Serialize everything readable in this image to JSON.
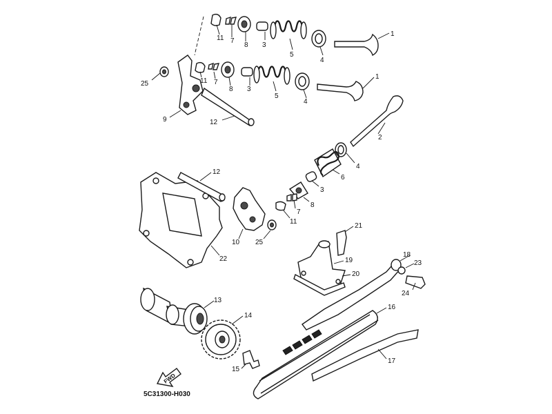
{
  "diagram_code": "5C31300-H030",
  "fwd_label": "FWD",
  "callouts": [
    {
      "id": "c1a",
      "label": "1"
    },
    {
      "id": "c1b",
      "label": "1"
    },
    {
      "id": "c2",
      "label": "2"
    },
    {
      "id": "c3a",
      "label": "3"
    },
    {
      "id": "c3b",
      "label": "3"
    },
    {
      "id": "c3c",
      "label": "3"
    },
    {
      "id": "c4a",
      "label": "4"
    },
    {
      "id": "c4b",
      "label": "4"
    },
    {
      "id": "c4c",
      "label": "4"
    },
    {
      "id": "c5a",
      "label": "5"
    },
    {
      "id": "c5b",
      "label": "5"
    },
    {
      "id": "c6",
      "label": "6"
    },
    {
      "id": "c7a",
      "label": "7"
    },
    {
      "id": "c7b",
      "label": "7"
    },
    {
      "id": "c7c",
      "label": "7"
    },
    {
      "id": "c8a",
      "label": "8"
    },
    {
      "id": "c8b",
      "label": "8"
    },
    {
      "id": "c8c",
      "label": "8"
    },
    {
      "id": "c9",
      "label": "9"
    },
    {
      "id": "c10",
      "label": "10"
    },
    {
      "id": "c11a",
      "label": "11"
    },
    {
      "id": "c11b",
      "label": "11"
    },
    {
      "id": "c11c",
      "label": "11"
    },
    {
      "id": "c12a",
      "label": "12"
    },
    {
      "id": "c12b",
      "label": "12"
    },
    {
      "id": "c13",
      "label": "13"
    },
    {
      "id": "c14",
      "label": "14"
    },
    {
      "id": "c15",
      "label": "15"
    },
    {
      "id": "c16",
      "label": "16"
    },
    {
      "id": "c17",
      "label": "17"
    },
    {
      "id": "c18",
      "label": "18"
    },
    {
      "id": "c19",
      "label": "19"
    },
    {
      "id": "c20",
      "label": "20"
    },
    {
      "id": "c21",
      "label": "21"
    },
    {
      "id": "c22",
      "label": "22"
    },
    {
      "id": "c23",
      "label": "23"
    },
    {
      "id": "c24",
      "label": "24"
    },
    {
      "id": "c25a",
      "label": "25"
    },
    {
      "id": "c25b",
      "label": "25"
    }
  ]
}
